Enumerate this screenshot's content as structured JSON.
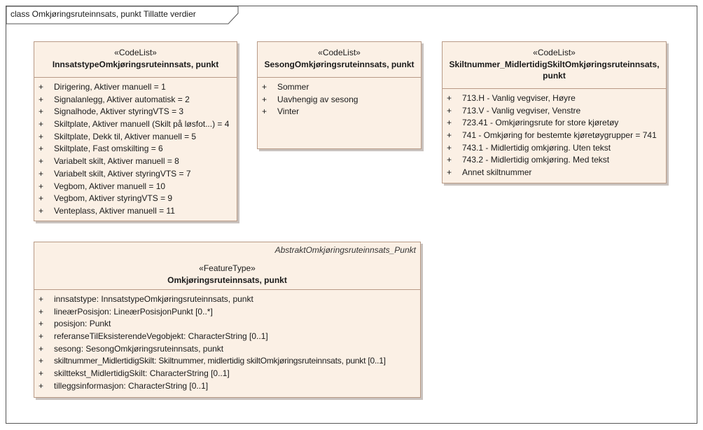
{
  "diagram": {
    "frame_label": "class Omkjøringsruteinnsats, punkt Tillatte verdier"
  },
  "boxes": {
    "innsatstype": {
      "stereotype": "«CodeList»",
      "name": "InnsatstypeOmkjøringsruteinnsats, punkt",
      "items": [
        "Dirigering, Aktiver manuell = 1",
        "Signalanlegg, Aktiver automatisk = 2",
        "Signalhode, Aktiver styringVTS = 3",
        "Skiltplate, Aktiver manuell (Skilt på løsfot...) = 4",
        "Skiltplate, Dekk til, Aktiver manuell = 5",
        "Skiltplate, Fast omskilting = 6",
        "Variabelt skilt, Aktiver manuell = 8",
        "Variabelt skilt, Aktiver styringVTS = 7",
        "Vegbom, Aktiver manuell = 10",
        "Vegbom, Aktiver styringVTS = 9",
        "Venteplass, Aktiver manuell = 11"
      ]
    },
    "sesong": {
      "stereotype": "«CodeList»",
      "name": "SesongOmkjøringsruteinnsats, punkt",
      "items": [
        "Sommer",
        "Uavhengig av sesong",
        "Vinter"
      ]
    },
    "skiltnummer": {
      "stereotype": "«CodeList»",
      "name_line1": "Skiltnummer_MidlertidigSkiltOmkjøringsruteinnsats,",
      "name_line2": "punkt",
      "items": [
        "713.H - Vanlig vegviser, Høyre",
        "713.V - Vanlig vegviser, Venstre",
        "723.41 - Omkjøringsrute for store kjøretøy",
        "741 - Omkjøring for bestemte kjøretøygrupper  = 741",
        "743.1 - Midlertidig omkjøring. Uten tekst",
        "743.2 - Midlertidig omkjøring. Med tekst",
        "Annet skiltnummer"
      ]
    },
    "feature": {
      "abstract_parent": "AbstraktOmkjøringsruteinnsats_Punkt",
      "stereotype": "«FeatureType»",
      "name": "Omkjøringsruteinnsats, punkt",
      "items": [
        "innsatstype: InnsatstypeOmkjøringsruteinnsats, punkt",
        "lineærPosisjon: LineærPosisjonPunkt [0..*]",
        "posisjon: Punkt",
        "referanseTilEksisterendeVegobjekt: CharacterString [0..1]",
        "sesong: SesongOmkjøringsruteinnsats, punkt",
        "skiltnummer_MidlertidigSkilt: Skiltnummer, midlertidig skiltOmkjøringsruteinnsats, punkt [0..1]",
        "skilttekst_MidlertidigSkilt: CharacterString [0..1]",
        "tilleggsinformasjon: CharacterString [0..1]"
      ]
    }
  },
  "marker": "+"
}
